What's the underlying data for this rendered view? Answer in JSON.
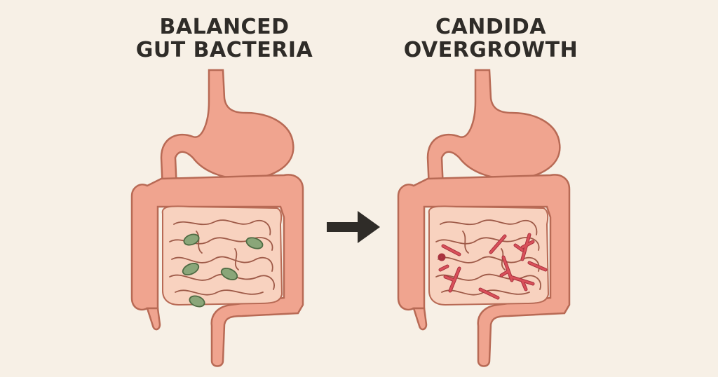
{
  "left_panel": {
    "title_line1": "BALANCED",
    "title_line2": "GUT BACTERIA",
    "microbe_type": "green-oval-bacteria",
    "microbe_count": 5
  },
  "right_panel": {
    "title_line1": "CANDIDA",
    "title_line2": "OVERGROWTH",
    "microbe_type": "red-branching-hyphae",
    "microbe_count": 8
  },
  "arrow": {
    "icon": "right-arrow-icon",
    "color": "#2f2c28"
  },
  "colors": {
    "background": "#f7f0e6",
    "organ_fill": "#f0a48f",
    "organ_outline": "#b86a55",
    "small_intestine_fill": "#f8d2bf",
    "bacteria_green": "#8aa679",
    "candida_red": "#d9505a",
    "title_text": "#2f2c28"
  }
}
